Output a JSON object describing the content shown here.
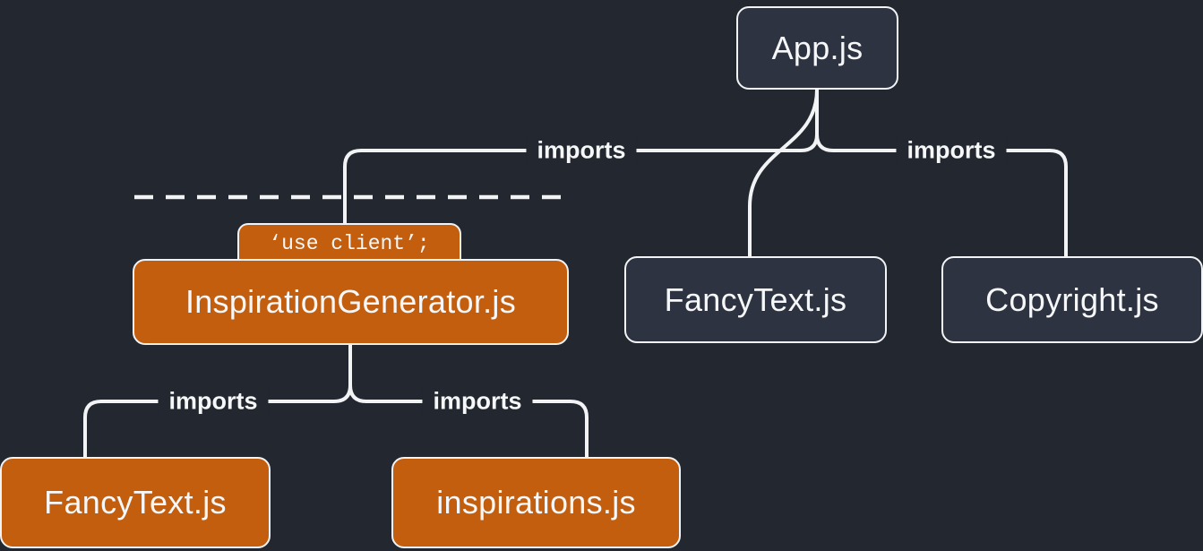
{
  "diagram": {
    "title": "module dependency tree with 'use client' boundary",
    "nodes": {
      "app": {
        "label": "App.js",
        "kind": "server"
      },
      "fancytext_server": {
        "label": "FancyText.js",
        "kind": "server"
      },
      "copyright": {
        "label": "Copyright.js",
        "kind": "server"
      },
      "inspiration_generator": {
        "label": "InspirationGenerator.js",
        "kind": "client",
        "directive_badge": "‘use client’;"
      },
      "fancytext_client": {
        "label": "FancyText.js",
        "kind": "client"
      },
      "inspirations": {
        "label": "inspirations.js",
        "kind": "client"
      }
    },
    "edges": [
      {
        "from": "App.js",
        "to": "InspirationGenerator.js",
        "label": "imports"
      },
      {
        "from": "App.js",
        "to": "FancyText.js",
        "label": ""
      },
      {
        "from": "App.js",
        "to": "Copyright.js",
        "label": "imports"
      },
      {
        "from": "InspirationGenerator.js",
        "to": "FancyText.js",
        "label": "imports"
      },
      {
        "from": "InspirationGenerator.js",
        "to": "inspirations.js",
        "label": "imports"
      }
    ],
    "colors": {
      "background": "#23272F",
      "server_node_fill": "#2D3340",
      "client_node_fill": "#C25E0E",
      "node_border": "#F1F3F5",
      "connector": "#F1F3F5",
      "text": "#F6F7F9"
    }
  }
}
